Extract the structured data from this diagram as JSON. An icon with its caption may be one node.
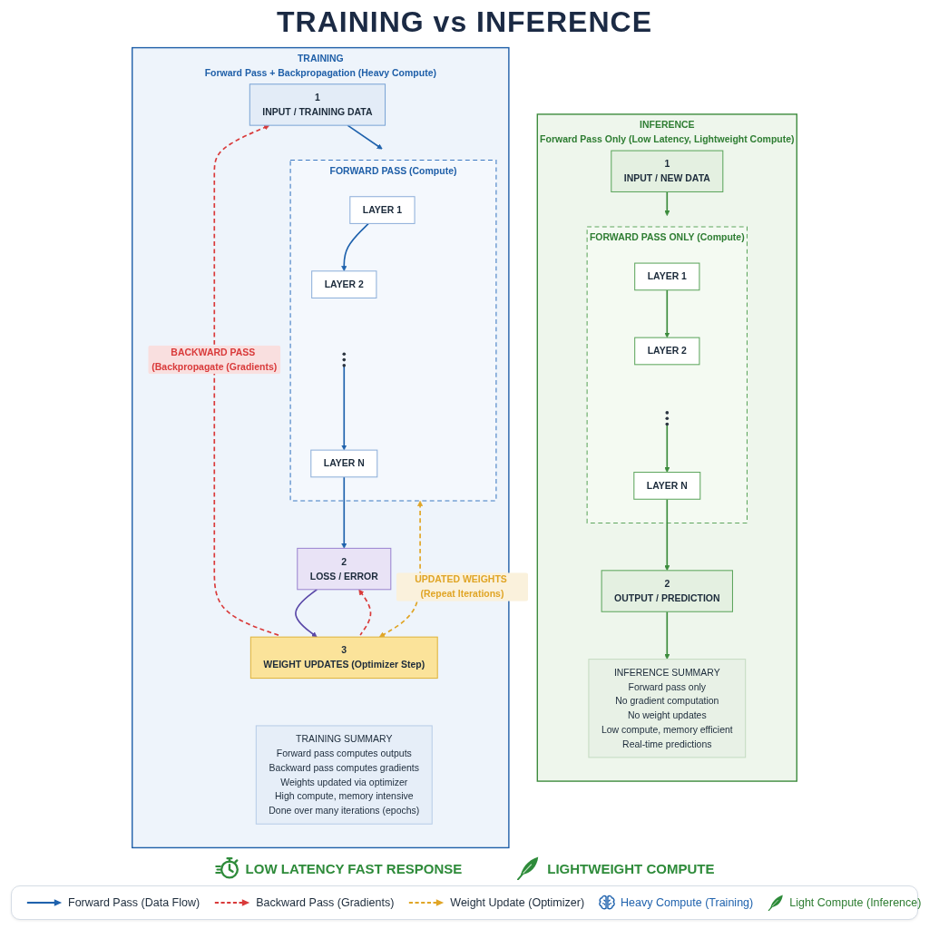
{
  "diagram": {
    "title": "TRAINING vs INFERENCE",
    "nodes": [
      {
        "text": [
          "TRAINING",
          "Forward Pass + Backpropagation (Heavy Compute)"
        ]
      },
      {
        "text": [
          "1",
          "INPUT / TRAINING DATA"
        ],
        "in": 0
      },
      {
        "text": [
          "FORWARD PASS (Compute)"
        ],
        "in": 0
      },
      {
        "text": [
          "LAYER 1"
        ],
        "in": 2
      },
      {
        "text": [
          "LAYER 2"
        ],
        "in": 2
      },
      {
        "text": [],
        "shape": "dots",
        "in": 2
      },
      {
        "text": [
          "LAYER N"
        ],
        "in": 2
      },
      {
        "text": [
          "2",
          "LOSS / ERROR"
        ],
        "in": 0
      },
      {
        "text": [
          "3",
          "WEIGHT UPDATES (Optimizer Step)"
        ],
        "in": 0
      },
      {
        "text": [
          "TRAINING SUMMARY",
          "Forward pass computes outputs",
          "Backward pass computes gradients",
          "Weights updated via optimizer",
          "High compute, memory intensive",
          "Done over many iterations (epochs)"
        ],
        "in": 0
      },
      {
        "text": [
          "INFERENCE",
          "Forward Pass Only (Low Latency, Lightweight Compute)"
        ]
      },
      {
        "text": [
          "1",
          "INPUT / NEW DATA"
        ],
        "in": 10
      },
      {
        "text": [
          "FORWARD PASS ONLY (Compute)"
        ],
        "in": 10
      },
      {
        "text": [
          "LAYER 1"
        ],
        "in": 12
      },
      {
        "text": [
          "LAYER 2"
        ],
        "in": 12
      },
      {
        "text": [],
        "shape": "dots",
        "in": 12
      },
      {
        "text": [
          "LAYER N"
        ],
        "in": 12
      },
      {
        "text": [
          "2",
          "OUTPUT / PREDICTION"
        ],
        "in": 10
      },
      {
        "text": [
          "INFERENCE SUMMARY",
          "Forward pass only",
          "No gradient computation",
          "No weight updates",
          "Low compute, memory efficient",
          "Real-time predictions"
        ],
        "in": 10
      }
    ],
    "edges": [
      {
        "from": 1,
        "to": 2,
        "arrow": "to",
        "color": "#1f62ad"
      },
      {
        "from": 3,
        "to": 4,
        "arrow": "to",
        "color": "#1f62ad"
      },
      {
        "from": 5,
        "to": 6,
        "arrow": "to",
        "color": "#1f62ad"
      },
      {
        "from": 6,
        "to": 7,
        "arrow": "to",
        "color": "#1f62ad"
      },
      {
        "from": 7,
        "to": 8,
        "arrow": "to",
        "color": "#5a48a8"
      },
      {
        "from": 8,
        "to": 7,
        "arrow": "to",
        "style": "dashed",
        "color": "#d93a3a"
      },
      {
        "from": 8,
        "to": 1,
        "arrow": "to",
        "style": "dashed",
        "color": "#d93a3a",
        "label": "BACKWARD PASS (Backpropagate (Gradients)"
      },
      {
        "from": 8,
        "to": 2,
        "arrow": "both",
        "style": "dashed",
        "color": "#e0a526",
        "label": "UPDATED WEIGHTS (Repeat Iterations)"
      },
      {
        "from": 11,
        "to": 12,
        "arrow": "to",
        "color": "#3c8c3c"
      },
      {
        "from": 13,
        "to": 14,
        "arrow": "to",
        "color": "#3c8c3c"
      },
      {
        "from": 15,
        "to": 16,
        "arrow": "to",
        "color": "#3c8c3c"
      },
      {
        "from": 16,
        "to": 17,
        "arrow": "to",
        "color": "#3c8c3c"
      },
      {
        "from": 17,
        "to": 18,
        "arrow": "to",
        "color": "#3c8c3c"
      }
    ],
    "labels": [
      "LOW LATENCY FAST RESPONSE",
      "LIGHTWEIGHT COMPUTE"
    ],
    "legend": [
      {
        "text": "Forward Pass (Data Flow)"
      },
      {
        "text": "Backward Pass (Gradients)"
      },
      {
        "text": "Weight Update (Optimizer)"
      },
      {
        "text": "Heavy Compute (Training)"
      },
      {
        "text": "Light Compute (Inference)"
      }
    ]
  }
}
